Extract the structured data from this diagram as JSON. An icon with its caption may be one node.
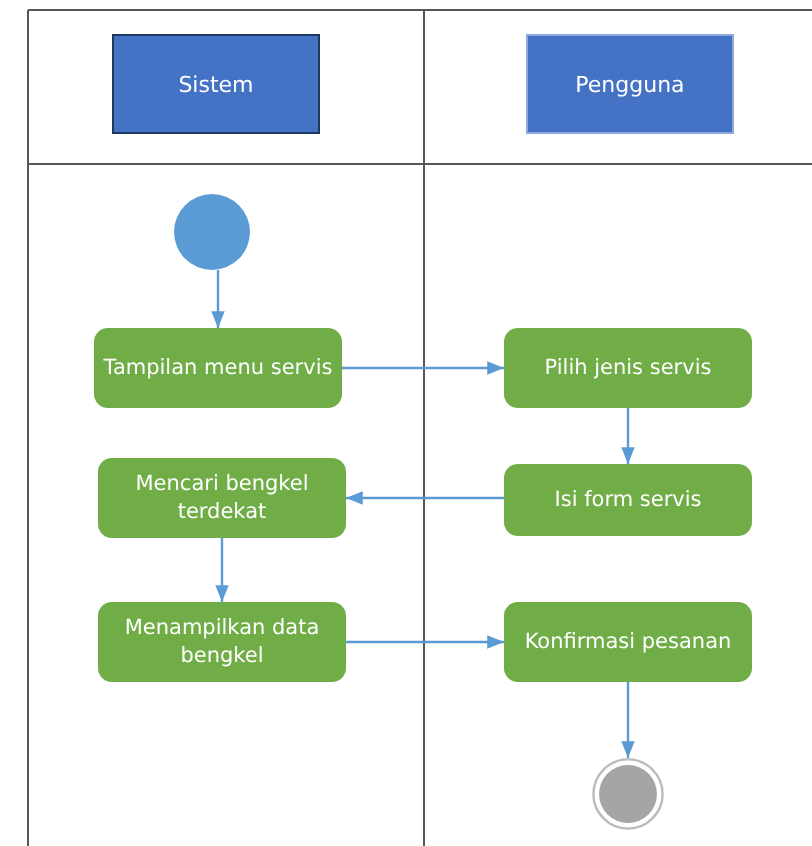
{
  "diagram": {
    "nodes": [
      {
        "text": [
          "Sistem"
        ]
      },
      {
        "text": [
          "Pengguna"
        ]
      },
      {
        "text": [],
        "shape": "circle"
      },
      {
        "text": [
          "Tampilan menu servis"
        ]
      },
      {
        "text": [
          "Pilih jenis servis"
        ]
      },
      {
        "text": [
          "Mencari bengkel terdekat"
        ]
      },
      {
        "text": [
          "Isi form servis"
        ]
      },
      {
        "text": [
          "Menampilkan data bengkel"
        ]
      },
      {
        "text": [
          "Konfirmasi pesanan"
        ]
      },
      {
        "text": [],
        "shape": "circle"
      }
    ],
    "edges": [
      {
        "from": 2,
        "to": 3,
        "arrow": "to"
      },
      {
        "from": 3,
        "to": 4,
        "arrow": "to"
      },
      {
        "from": 4,
        "to": 6,
        "arrow": "to"
      },
      {
        "from": 6,
        "to": 5,
        "arrow": "to"
      },
      {
        "from": 5,
        "to": 7,
        "arrow": "to"
      },
      {
        "from": 7,
        "to": 8,
        "arrow": "to"
      },
      {
        "from": 8,
        "to": 9,
        "arrow": "to"
      }
    ]
  }
}
